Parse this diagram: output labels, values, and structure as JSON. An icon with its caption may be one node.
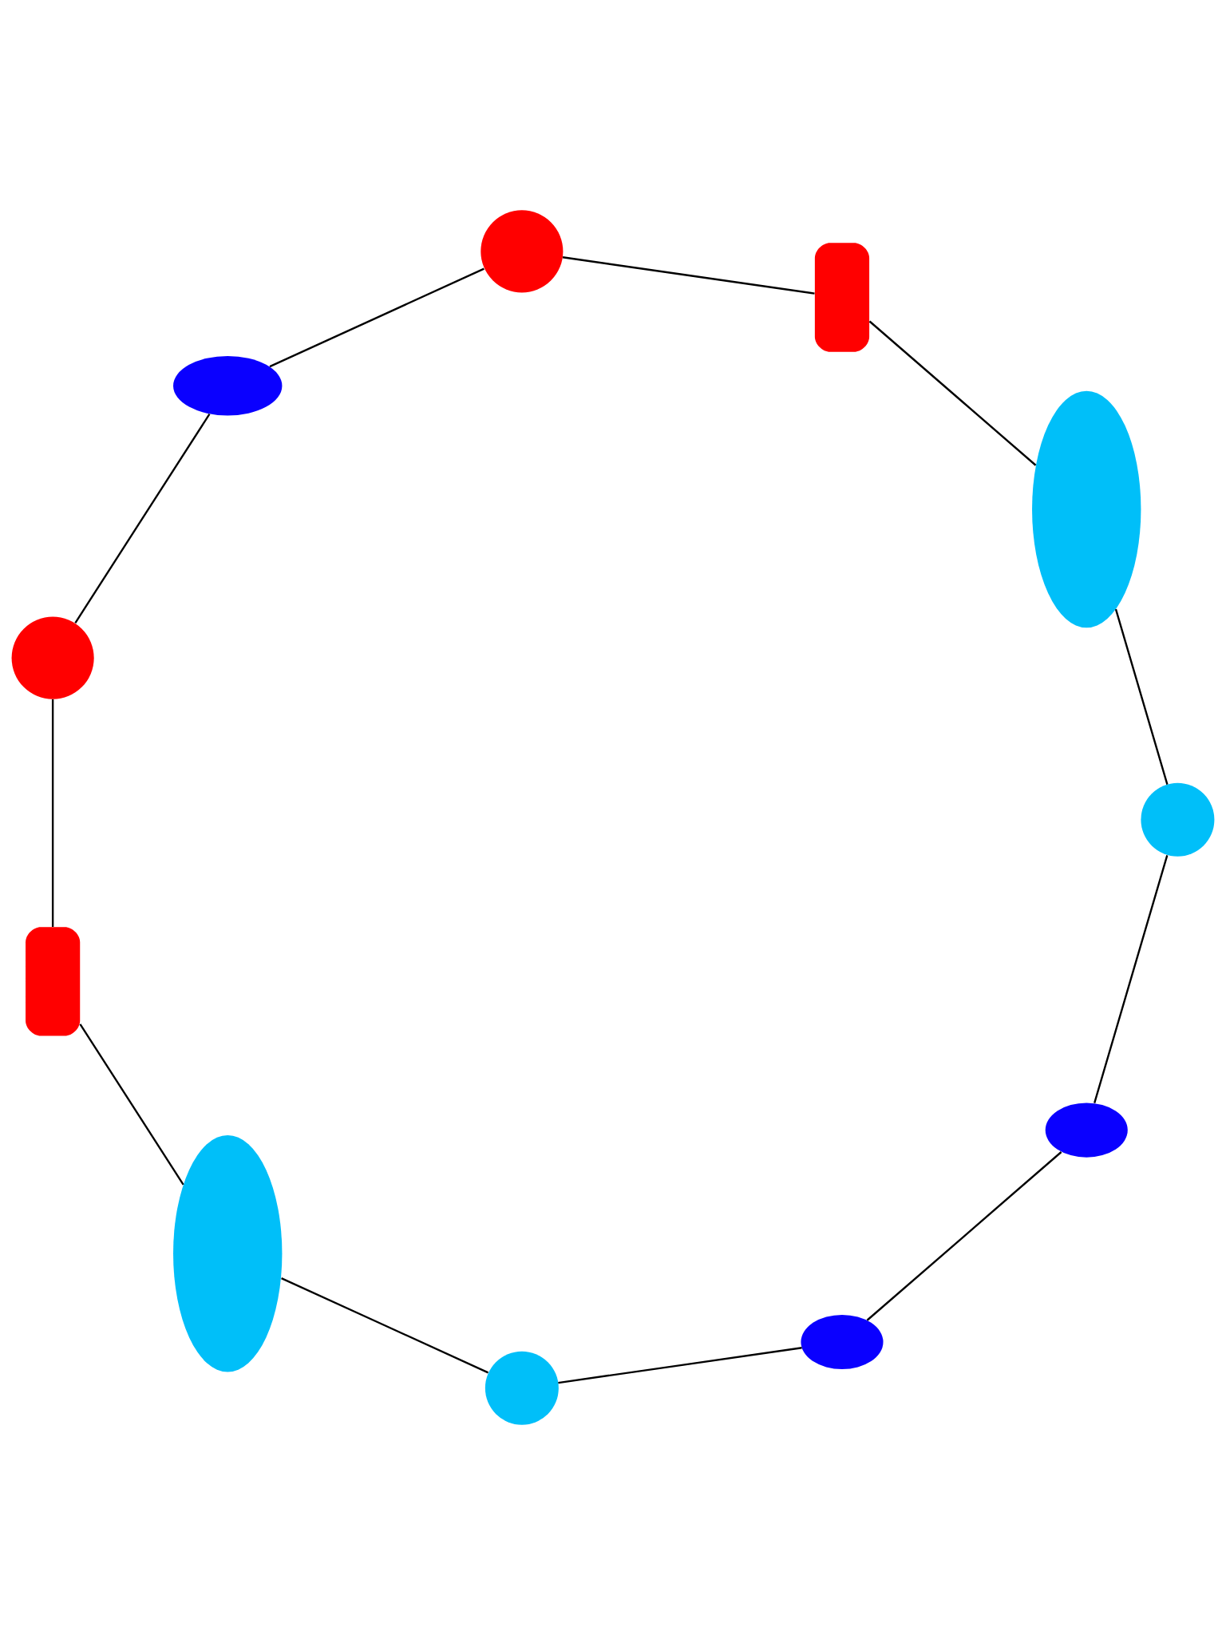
{
  "diagram": {
    "nodes": [
      {
        "text": [],
        "shape": "ellipse"
      },
      {
        "text": [],
        "shape": "ellipse"
      },
      {
        "text": [],
        "shape": "circle"
      },
      {
        "text": [],
        "shape": "circle"
      },
      {
        "text": [],
        "shape": "ellipse"
      },
      {
        "text": [],
        "shape": "ellipse"
      },
      {
        "text": [],
        "shape": "bar"
      },
      {
        "text": [],
        "shape": "bar"
      },
      {
        "text": [],
        "shape": "circle"
      },
      {
        "text": [],
        "shape": "circle"
      },
      {
        "text": [],
        "shape": "ellipse"
      }
    ],
    "edges": [
      {
        "from": 0,
        "to": 1,
        "arrow": "none"
      },
      {
        "from": 1,
        "to": 3,
        "arrow": "none"
      },
      {
        "from": 3,
        "to": 5,
        "arrow": "none"
      },
      {
        "from": 5,
        "to": 7,
        "arrow": "none"
      },
      {
        "from": 7,
        "to": 9,
        "arrow": "none"
      },
      {
        "from": 9,
        "to": 10,
        "arrow": "none"
      },
      {
        "from": 10,
        "to": 8,
        "arrow": "none"
      },
      {
        "from": 8,
        "to": 6,
        "arrow": "none"
      },
      {
        "from": 6,
        "to": 4,
        "arrow": "none"
      },
      {
        "from": 4,
        "to": 2,
        "arrow": "none"
      },
      {
        "from": 2,
        "to": 0,
        "arrow": "none"
      }
    ]
  }
}
